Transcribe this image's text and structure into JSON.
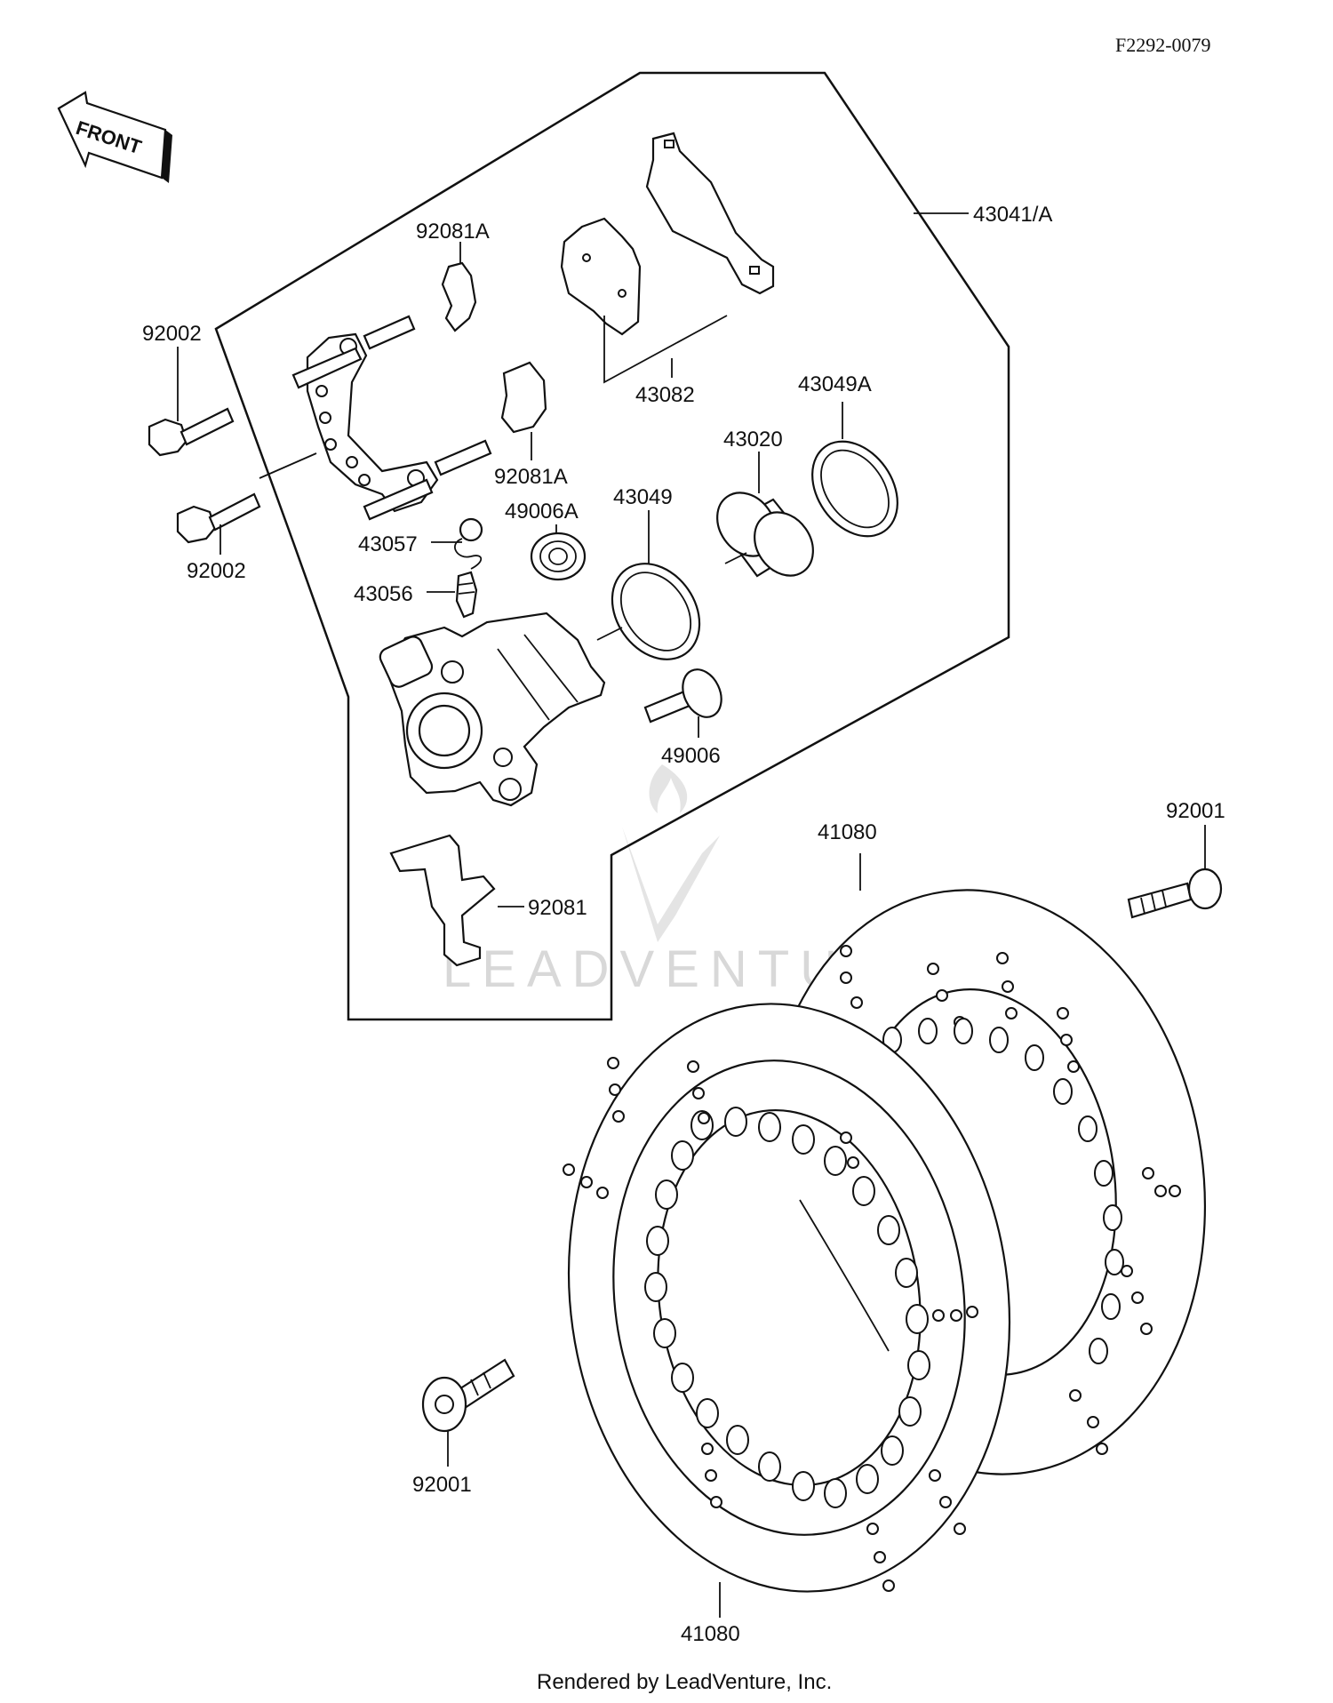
{
  "diagram_code": "F2292-0079",
  "front_label": "FRONT",
  "watermark": "LEADVENTURE",
  "footer": "Rendered by LeadVenture, Inc.",
  "labels": {
    "l43041A": "43041/A",
    "l92081A_top": "92081A",
    "l92002_top": "92002",
    "l43082": "43082",
    "l43049A": "43049A",
    "l92081A_mid": "92081A",
    "l43020": "43020",
    "l92002_bottom": "92002",
    "l49006A": "49006A",
    "l43049": "43049",
    "l43057": "43057",
    "l43056": "43056",
    "l49006": "49006",
    "l92081": "92081",
    "l41080_top": "41080",
    "l92001_right": "92001",
    "l92001_left": "92001",
    "l41080_bottom": "41080"
  }
}
